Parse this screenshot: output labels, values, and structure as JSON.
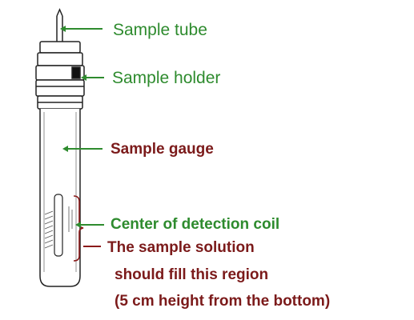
{
  "colors": {
    "green": "#2e8b2e",
    "dark_red": "#7b1a1a",
    "outline": "#222222"
  },
  "labels": {
    "sample_tube": "Sample tube",
    "sample_holder": "Sample holder",
    "sample_gauge": "Sample gauge",
    "detection_coil": "Center of detection coil",
    "solution_line1": "The sample solution",
    "solution_line2": "should fill this region",
    "solution_line3": "(5 cm height from the bottom)"
  }
}
